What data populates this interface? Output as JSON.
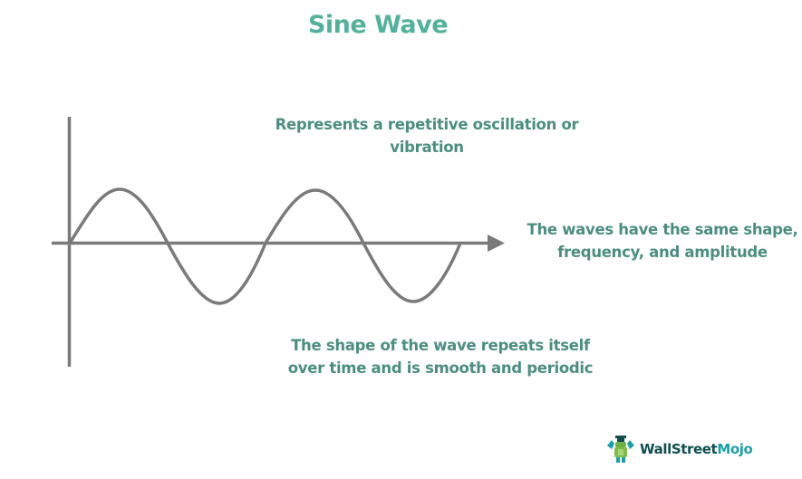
{
  "title": "Sine Wave",
  "annotations": [
    {
      "id": "definition",
      "lines": [
        "Represents a repetitive oscillation or",
        "vibration"
      ]
    },
    {
      "id": "properties",
      "lines": [
        "The waves have the same shape,",
        "frequency, and amplitude"
      ]
    },
    {
      "id": "periodicity",
      "lines": [
        "The shape of the wave repeats itself",
        "over time and is smooth and periodic"
      ]
    }
  ],
  "diagram": {
    "type": "sine-wave",
    "cycles": 2,
    "axis_color": "#7a7a7a",
    "wave_color": "#7a7a7a",
    "x_axis_arrow": true
  },
  "colors": {
    "title": "#52b19b",
    "annotation": "#4b8e80",
    "brand_dark": "#0f4d4f",
    "brand_light": "#1aa0a6"
  },
  "brand": {
    "name_part1": "WallStreet",
    "name_part2": "Mojo",
    "icon": "mascot-icon"
  }
}
